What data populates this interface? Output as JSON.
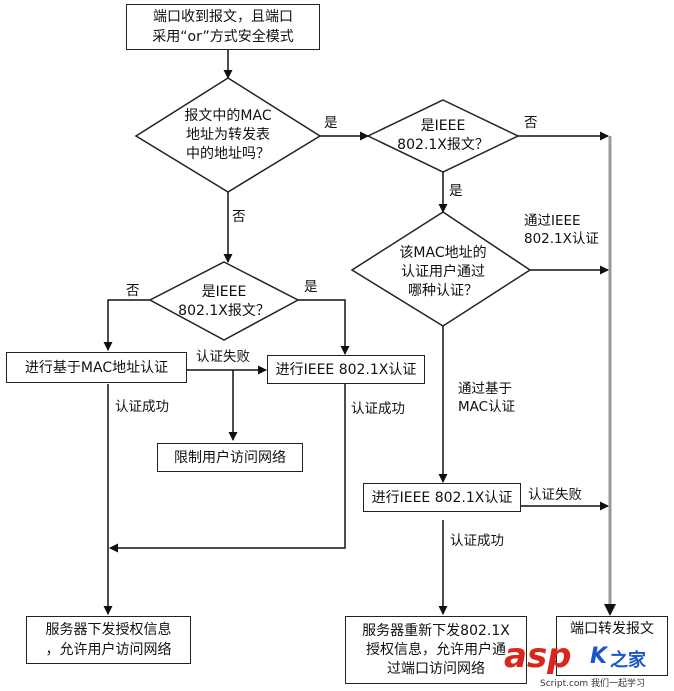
{
  "nodes": {
    "start": "端口收到报文，且端口\n采用“or”方式安全模式",
    "mac_check": "报文中的MAC\n地址为转发表\n中的地址吗？",
    "ieee_check_right": "是IEEE\n802.1X报文？",
    "ieee_check_left": "是IEEE\n802.1X报文？",
    "which_auth": "该MAC地址的\n认证用户通过\n哪种认证？",
    "mac_auth": "进行基于MAC地址认证",
    "ieee_auth_mid": "进行IEEE 802.1X认证",
    "restrict": "限制用户访问网络",
    "ieee_auth_low": "进行IEEE 802.1X认证",
    "grant_left": "服务器下发授权信息\n，允许用户访问网络",
    "grant_mid": "服务器重新下发802.1X\n授权信息，允许用户通\n过端口访问网络",
    "forward": "端口转发报文"
  },
  "labels": {
    "yes1": "是",
    "no1": "否",
    "no2": "否",
    "yes2": "是",
    "no3": "否",
    "yes3": "是",
    "pass_ieee": "通过IEEE\n802.1X认证",
    "fail1": "认证失败",
    "success1": "认证成功",
    "success2": "认证成功",
    "pass_mac": "通过基于\nMAC认证",
    "fail2": "认证失败",
    "success3": "认证成功"
  },
  "watermark": {
    "brand": "asp",
    "cn": "之家",
    "sub": "Script.com 我们一起学习"
  }
}
